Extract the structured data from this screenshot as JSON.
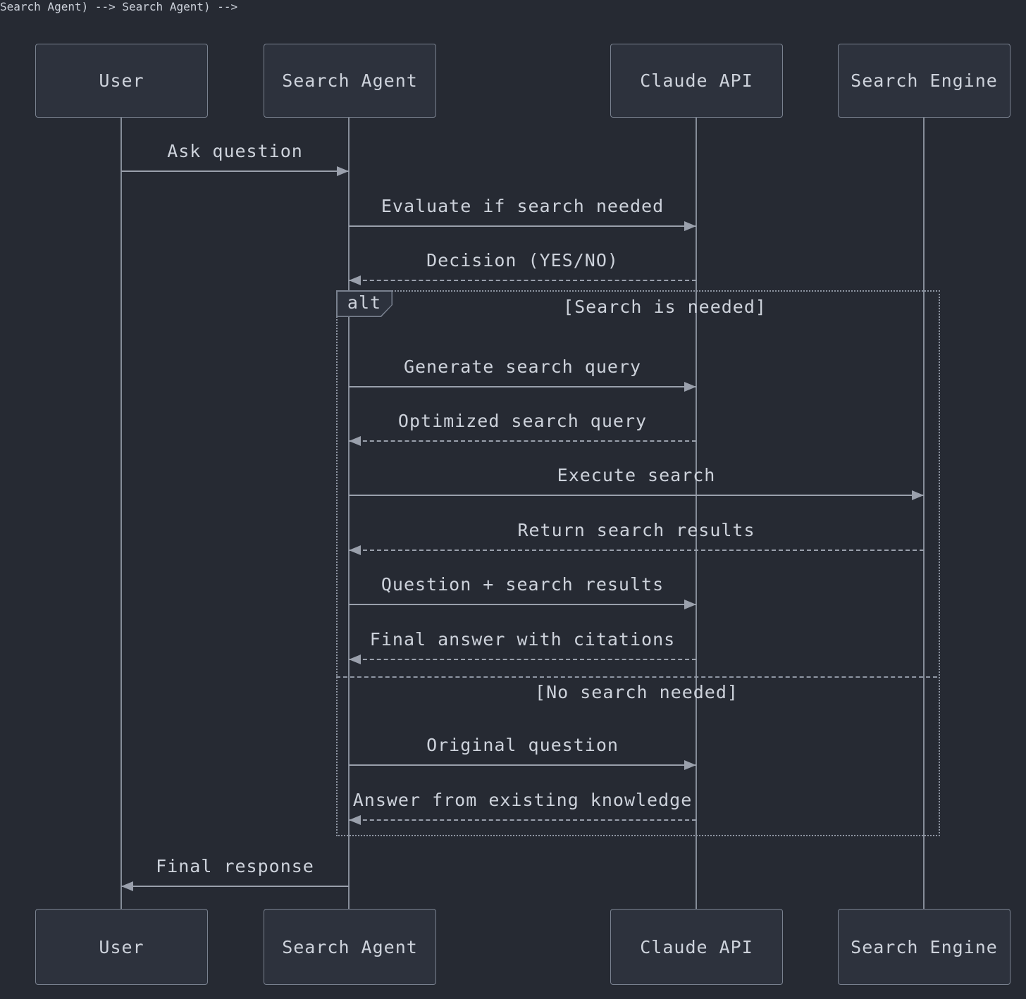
{
  "diagram": {
    "type": "sequence",
    "actors": [
      {
        "name": "User"
      },
      {
        "name": "Search Agent"
      },
      {
        "name": "Claude API"
      },
      {
        "name": "Search Engine"
      }
    ],
    "messages": [
      {
        "from": "User",
        "to": "Search Agent",
        "label": "Ask question",
        "line": "solid"
      },
      {
        "from": "Search Agent",
        "to": "Claude API",
        "label": "Evaluate if search needed",
        "line": "solid"
      },
      {
        "from": "Claude API",
        "to": "Search Agent",
        "label": "Decision (YES/NO)",
        "line": "dashed"
      },
      {
        "from": "Search Agent",
        "to": "Claude API",
        "label": "Generate search query",
        "line": "solid"
      },
      {
        "from": "Claude API",
        "to": "Search Agent",
        "label": "Optimized search query",
        "line": "dashed"
      },
      {
        "from": "Search Agent",
        "to": "Search Engine",
        "label": "Execute search",
        "line": "solid"
      },
      {
        "from": "Search Engine",
        "to": "Search Agent",
        "label": "Return search results",
        "line": "dashed"
      },
      {
        "from": "Search Agent",
        "to": "Claude API",
        "label": "Question + search results",
        "line": "solid"
      },
      {
        "from": "Claude API",
        "to": "Search Agent",
        "label": "Final answer with citations",
        "line": "dashed"
      },
      {
        "from": "Search Agent",
        "to": "Claude API",
        "label": "Original question",
        "line": "solid"
      },
      {
        "from": "Claude API",
        "to": "Search Agent",
        "label": "Answer from existing knowledge",
        "line": "dashed"
      },
      {
        "from": "Search Agent",
        "to": "User",
        "label": "Final response",
        "line": "solid"
      }
    ],
    "alt_frame": {
      "label": "alt",
      "conditions": [
        "[Search is needed]",
        "[No search needed]"
      ]
    },
    "colors": {
      "background": "#262a33",
      "actor_fill": "#2d323d",
      "actor_border": "#79818f",
      "text": "#cdd2db",
      "line": "#9aa0ac",
      "frame": "#8f96a3"
    }
  }
}
